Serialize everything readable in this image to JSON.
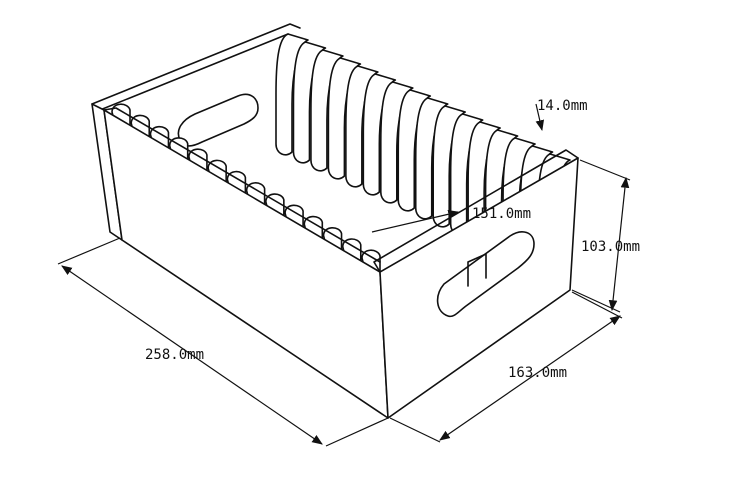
{
  "dimensions": {
    "length": "258.0mm",
    "width": "163.0mm",
    "height": "103.0mm",
    "inner_length": "151.0mm",
    "slot_pitch": "14.0mm"
  },
  "drawing": {
    "divider_count": 16,
    "tooth_count": 14
  }
}
